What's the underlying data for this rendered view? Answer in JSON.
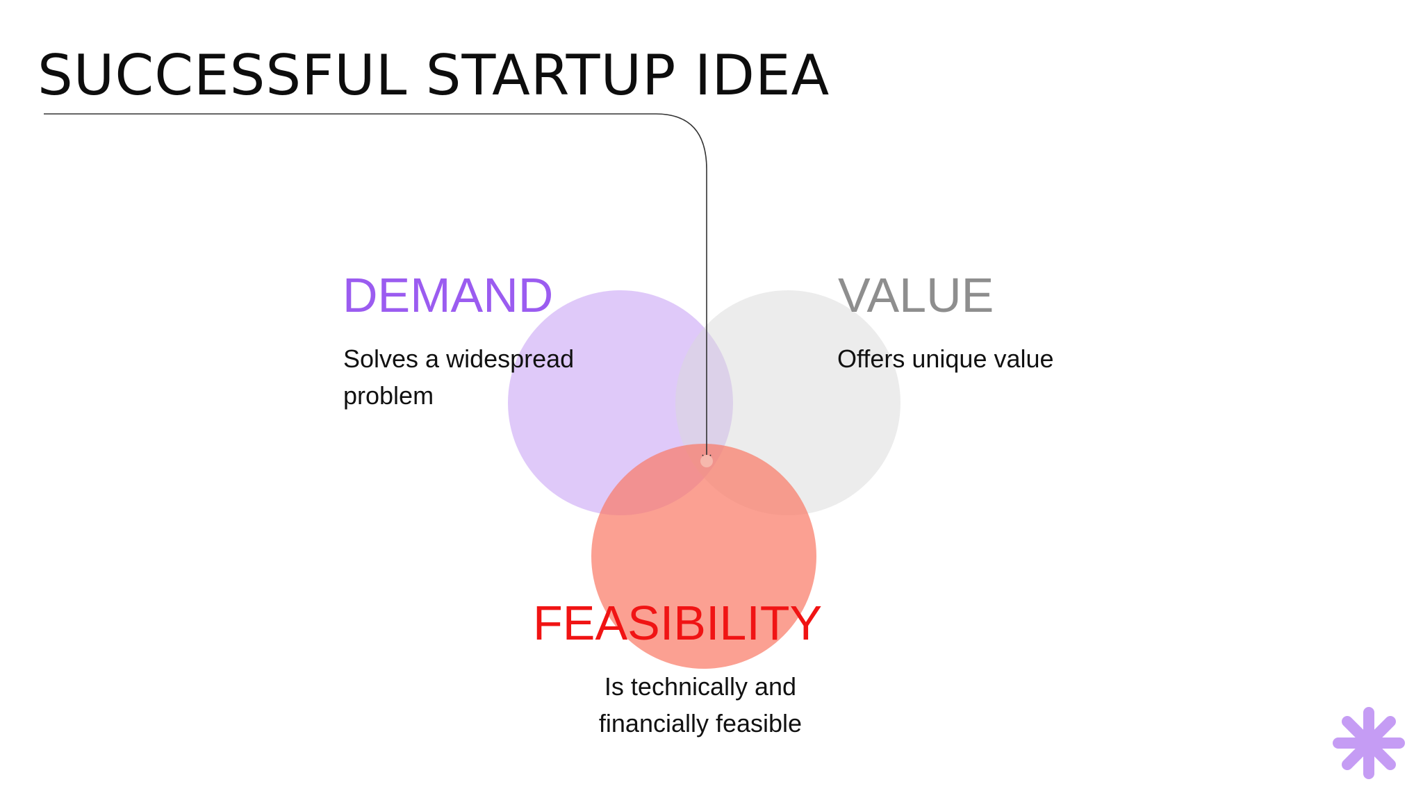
{
  "title": "SUCCESSFUL STARTUP IDEA",
  "circles": {
    "demand": {
      "label": "DEMAND",
      "description": "Solves a widespread problem",
      "color": "#9b5cf0",
      "fill": "#c59cf4"
    },
    "value": {
      "label": "VALUE",
      "description": "Offers unique value",
      "color": "#8e8e8e",
      "fill": "#d9d9d9"
    },
    "feasibility": {
      "label": "FEASIBILITY",
      "description": "Is technically and financially feasible",
      "color": "#f01414",
      "fill": "#fa7c68"
    }
  },
  "icons": {
    "pointer": "arrow-icon",
    "corner": "asterisk-icon"
  },
  "colors": {
    "text": "#0d0d0d",
    "accent": "#c59cf4",
    "connector": "#333333"
  }
}
